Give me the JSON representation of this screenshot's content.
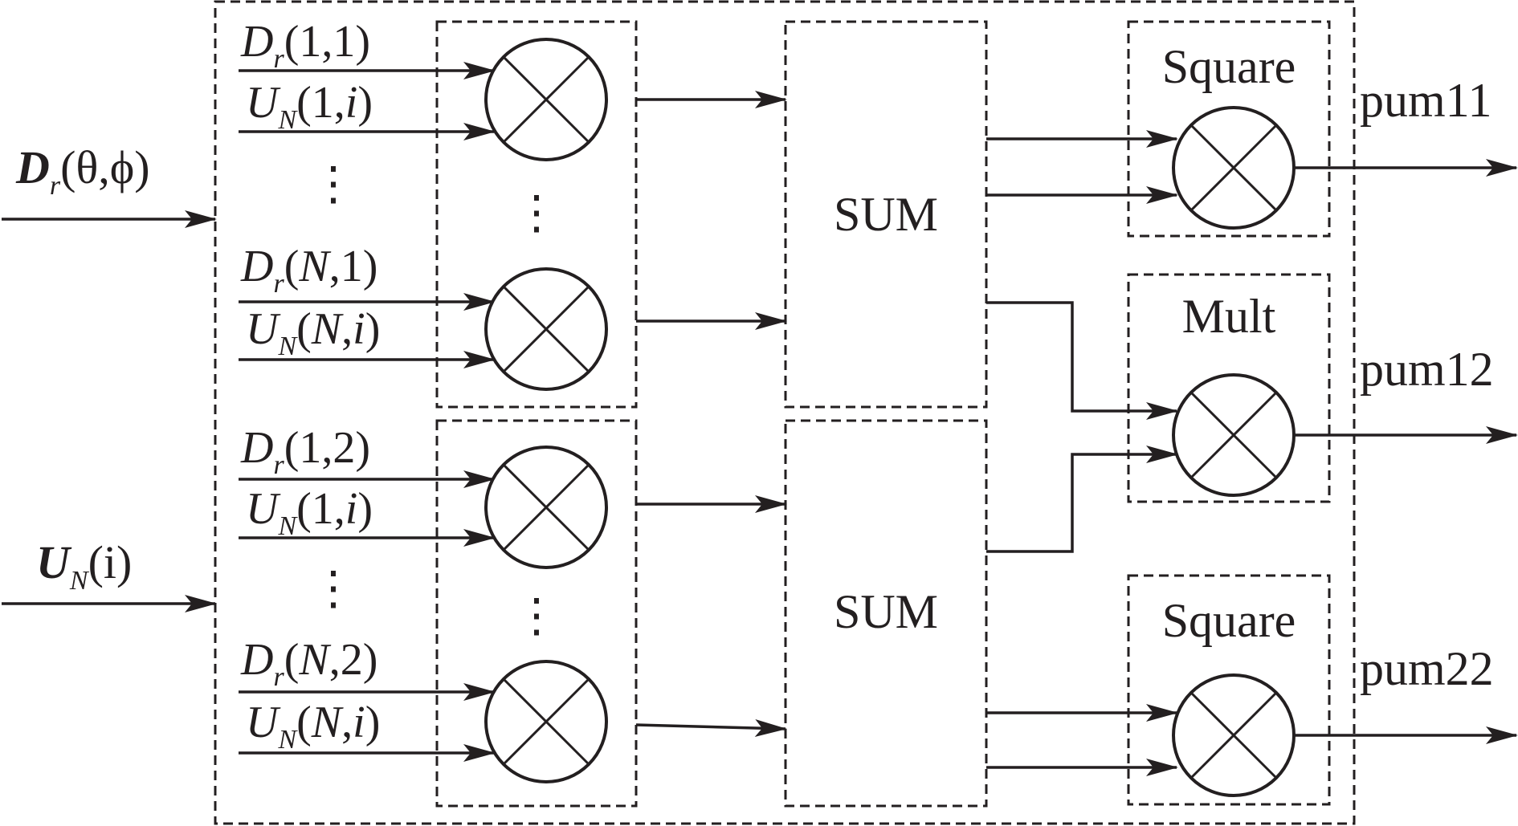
{
  "diagram": {
    "inputs": {
      "top": {
        "symbol": "D",
        "sub": "r",
        "args": "(θ,ϕ)"
      },
      "bottom": {
        "symbol": "U",
        "sub": "N",
        "args": "(i)"
      }
    },
    "group1_labels": [
      {
        "sym": "D",
        "sub": "r",
        "p1": "1",
        "p2": "1"
      },
      {
        "sym": "U",
        "sub": "N",
        "p1": "1",
        "p2": "i"
      },
      {
        "sym": "D",
        "sub": "r",
        "p1": "N",
        "p2": "1"
      },
      {
        "sym": "U",
        "sub": "N",
        "p1": "N",
        "p2": "i"
      }
    ],
    "group2_labels": [
      {
        "sym": "D",
        "sub": "r",
        "p1": "1",
        "p2": "2"
      },
      {
        "sym": "U",
        "sub": "N",
        "p1": "1",
        "p2": "i"
      },
      {
        "sym": "D",
        "sub": "r",
        "p1": "N",
        "p2": "2"
      },
      {
        "sym": "U",
        "sub": "N",
        "p1": "N",
        "p2": "i"
      }
    ],
    "ellipsis": "⋮",
    "sum_top": "SUM",
    "sum_bottom": "SUM",
    "square_top": "Square",
    "mult": "Mult",
    "square_bottom": "Square",
    "outputs": [
      "pum11",
      "pum12",
      "pum22"
    ]
  }
}
